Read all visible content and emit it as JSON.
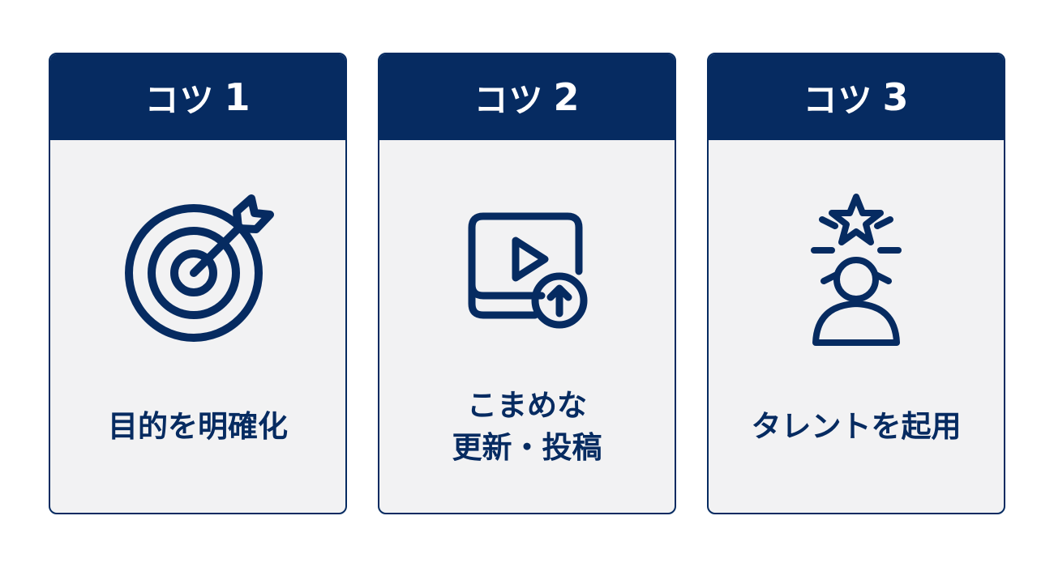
{
  "colors": {
    "navy": "#062b61",
    "card_background": "#f2f2f3",
    "header_text": "#ffffff"
  },
  "cards": [
    {
      "header_word": "コツ",
      "header_number": "1",
      "icon": "target-arrow-icon",
      "label_lines": [
        "目的を明確化"
      ]
    },
    {
      "header_word": "コツ",
      "header_number": "2",
      "icon": "video-upload-icon",
      "label_lines": [
        "こまめな",
        "更新・投稿"
      ]
    },
    {
      "header_word": "コツ",
      "header_number": "3",
      "icon": "star-person-icon",
      "label_lines": [
        "タレントを起用"
      ]
    }
  ]
}
